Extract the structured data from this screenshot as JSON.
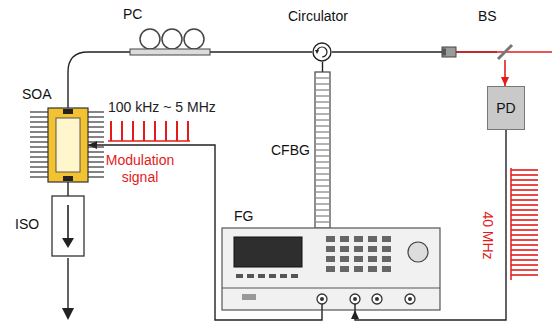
{
  "diagram": {
    "nodes": [
      {
        "text": [
          "PC"
        ]
      },
      {
        "text": [
          "Circulator"
        ]
      },
      {
        "text": [
          "BS"
        ]
      },
      {
        "text": [
          "SOA"
        ]
      },
      {
        "text": [
          "CFBG"
        ]
      },
      {
        "text": [
          "PD"
        ]
      },
      {
        "text": [
          "ISO"
        ]
      },
      {
        "text": [
          "FG"
        ]
      }
    ],
    "edges": [
      {
        "from": 3,
        "to": 0,
        "arrow": "none"
      },
      {
        "from": 0,
        "to": 1,
        "arrow": "none"
      },
      {
        "from": 1,
        "to": 4,
        "arrow": "none"
      },
      {
        "from": 1,
        "to": 2,
        "arrow": "none"
      },
      {
        "from": 2,
        "to": 5,
        "arrow": "to"
      },
      {
        "from": 7,
        "to": 3,
        "arrow": "to"
      },
      {
        "from": 5,
        "to": 7,
        "arrow": "to"
      },
      {
        "from": 3,
        "to": 6,
        "arrow": "none"
      }
    ],
    "labels": [
      "100 kHz ~ 5 MHz",
      "Modulation signal",
      "40 MHz"
    ]
  }
}
